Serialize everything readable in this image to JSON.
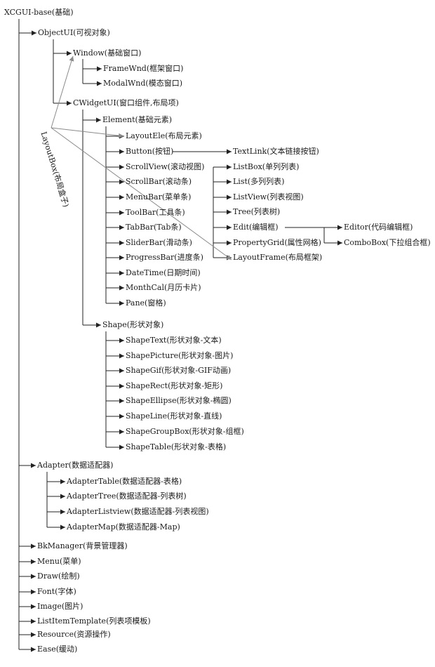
{
  "diagram": {
    "line_color": "#222222",
    "layout_arrow_color": "#8a8a8a",
    "side_label": "LayoutBox(布局盒子)",
    "nodes": [
      {
        "id": "root",
        "label": "XCGUI-base(基础)"
      },
      {
        "id": "objectui",
        "label": "ObjectUI(可视对象)"
      },
      {
        "id": "window",
        "label": "Window(基础窗口)"
      },
      {
        "id": "framewnd",
        "label": "FrameWnd(框架窗口)"
      },
      {
        "id": "modalwnd",
        "label": "ModalWnd(模态窗口)"
      },
      {
        "id": "cwidgetui",
        "label": "CWidgetUI(窗口组件,布局项)"
      },
      {
        "id": "element",
        "label": "Element(基础元素)"
      },
      {
        "id": "layoutele",
        "label": "LayoutEle(布局元素)"
      },
      {
        "id": "button",
        "label": "Button(按钮)"
      },
      {
        "id": "textlink",
        "label": "TextLink(文本链接按钮)"
      },
      {
        "id": "scrollview",
        "label": "ScrollView(滚动视图)"
      },
      {
        "id": "listbox",
        "label": "ListBox(单列列表)"
      },
      {
        "id": "list",
        "label": "List(多列列表)"
      },
      {
        "id": "listview",
        "label": "ListView(列表视图)"
      },
      {
        "id": "tree",
        "label": "Tree(列表树)"
      },
      {
        "id": "edit",
        "label": "Edit(编辑框)"
      },
      {
        "id": "editor",
        "label": "Editor(代码编辑框)"
      },
      {
        "id": "combobox",
        "label": "ComboBox(下拉组合框)"
      },
      {
        "id": "propertygrid",
        "label": "PropertyGrid(属性网格)"
      },
      {
        "id": "layoutframe",
        "label": "LayoutFrame(布局框架)"
      },
      {
        "id": "scrollbar",
        "label": "ScrollBar(滚动条)"
      },
      {
        "id": "menubar",
        "label": "MenuBar(菜单条)"
      },
      {
        "id": "toolbar",
        "label": "ToolBar(工具条)"
      },
      {
        "id": "tabbar",
        "label": "TabBar(Tab条)"
      },
      {
        "id": "sliderbar",
        "label": "SliderBar(滑动条)"
      },
      {
        "id": "progressbar",
        "label": "ProgressBar(进度条)"
      },
      {
        "id": "datetime",
        "label": "DateTime(日期时间)"
      },
      {
        "id": "monthcal",
        "label": "MonthCal(月历卡片)"
      },
      {
        "id": "pane",
        "label": "Pane(窗格)"
      },
      {
        "id": "shape",
        "label": "Shape(形状对象)"
      },
      {
        "id": "shapetext",
        "label": "ShapeText(形状对象-文本)"
      },
      {
        "id": "shapepicture",
        "label": "ShapePicture(形状对象-图片)"
      },
      {
        "id": "shapegif",
        "label": "ShapeGif(形状对象-GIF动画)"
      },
      {
        "id": "shaperect",
        "label": "ShapeRect(形状对象-矩形)"
      },
      {
        "id": "shapeellipse",
        "label": "ShapeEllipse(形状对象-椭圆)"
      },
      {
        "id": "shapeline",
        "label": "ShapeLine(形状对象-直线)"
      },
      {
        "id": "shapegroupbox",
        "label": "ShapeGroupBox(形状对象-组框)"
      },
      {
        "id": "shapetable",
        "label": "ShapeTable(形状对象-表格)"
      },
      {
        "id": "adapter",
        "label": "Adapter(数据适配器)"
      },
      {
        "id": "adaptertable",
        "label": "AdapterTable(数据适配器-表格)"
      },
      {
        "id": "adaptertree",
        "label": "AdapterTree(数据适配器-列表树)"
      },
      {
        "id": "adapterlistview",
        "label": "AdapterListview(数据适配器-列表视图)"
      },
      {
        "id": "adaptermap",
        "label": "AdapterMap(数据适配器-Map)"
      },
      {
        "id": "bkmanager",
        "label": "BkManager(背景管理器)"
      },
      {
        "id": "menu",
        "label": "Menu(菜单)"
      },
      {
        "id": "draw",
        "label": "Draw(绘制)"
      },
      {
        "id": "font",
        "label": "Font(字体)"
      },
      {
        "id": "image",
        "label": "Image(图片)"
      },
      {
        "id": "listitemtemplate",
        "label": "ListItemTemplate(列表项模板)"
      },
      {
        "id": "resource",
        "label": "Resource(资源操作)"
      },
      {
        "id": "ease",
        "label": "Ease(缓动)"
      }
    ],
    "edges": [
      [
        "root",
        "objectui"
      ],
      [
        "objectui",
        "window"
      ],
      [
        "window",
        "framewnd"
      ],
      [
        "window",
        "modalwnd"
      ],
      [
        "objectui",
        "cwidgetui"
      ],
      [
        "cwidgetui",
        "element"
      ],
      [
        "element",
        "layoutele"
      ],
      [
        "element",
        "button"
      ],
      [
        "button",
        "textlink"
      ],
      [
        "element",
        "scrollview"
      ],
      [
        "scrollview",
        "listbox"
      ],
      [
        "scrollview",
        "list"
      ],
      [
        "scrollview",
        "listview"
      ],
      [
        "scrollview",
        "tree"
      ],
      [
        "scrollview",
        "edit"
      ],
      [
        "edit",
        "editor"
      ],
      [
        "edit",
        "combobox"
      ],
      [
        "scrollview",
        "propertygrid"
      ],
      [
        "scrollview",
        "layoutframe"
      ],
      [
        "element",
        "scrollbar"
      ],
      [
        "element",
        "menubar"
      ],
      [
        "element",
        "toolbar"
      ],
      [
        "element",
        "tabbar"
      ],
      [
        "element",
        "sliderbar"
      ],
      [
        "element",
        "progressbar"
      ],
      [
        "element",
        "datetime"
      ],
      [
        "element",
        "monthcal"
      ],
      [
        "element",
        "pane"
      ],
      [
        "cwidgetui",
        "shape"
      ],
      [
        "shape",
        "shapetext"
      ],
      [
        "shape",
        "shapepicture"
      ],
      [
        "shape",
        "shapegif"
      ],
      [
        "shape",
        "shaperect"
      ],
      [
        "shape",
        "shapeellipse"
      ],
      [
        "shape",
        "shapeline"
      ],
      [
        "shape",
        "shapegroupbox"
      ],
      [
        "shape",
        "shapetable"
      ],
      [
        "root",
        "adapter"
      ],
      [
        "adapter",
        "adaptertable"
      ],
      [
        "adapter",
        "adaptertree"
      ],
      [
        "adapter",
        "adapterlistview"
      ],
      [
        "adapter",
        "adaptermap"
      ],
      [
        "root",
        "bkmanager"
      ],
      [
        "root",
        "menu"
      ],
      [
        "root",
        "draw"
      ],
      [
        "root",
        "font"
      ],
      [
        "root",
        "image"
      ],
      [
        "root",
        "listitemtemplate"
      ],
      [
        "root",
        "resource"
      ],
      [
        "root",
        "ease"
      ]
    ],
    "layoutbox_links": [
      "window",
      "layoutele",
      "layoutframe"
    ]
  }
}
